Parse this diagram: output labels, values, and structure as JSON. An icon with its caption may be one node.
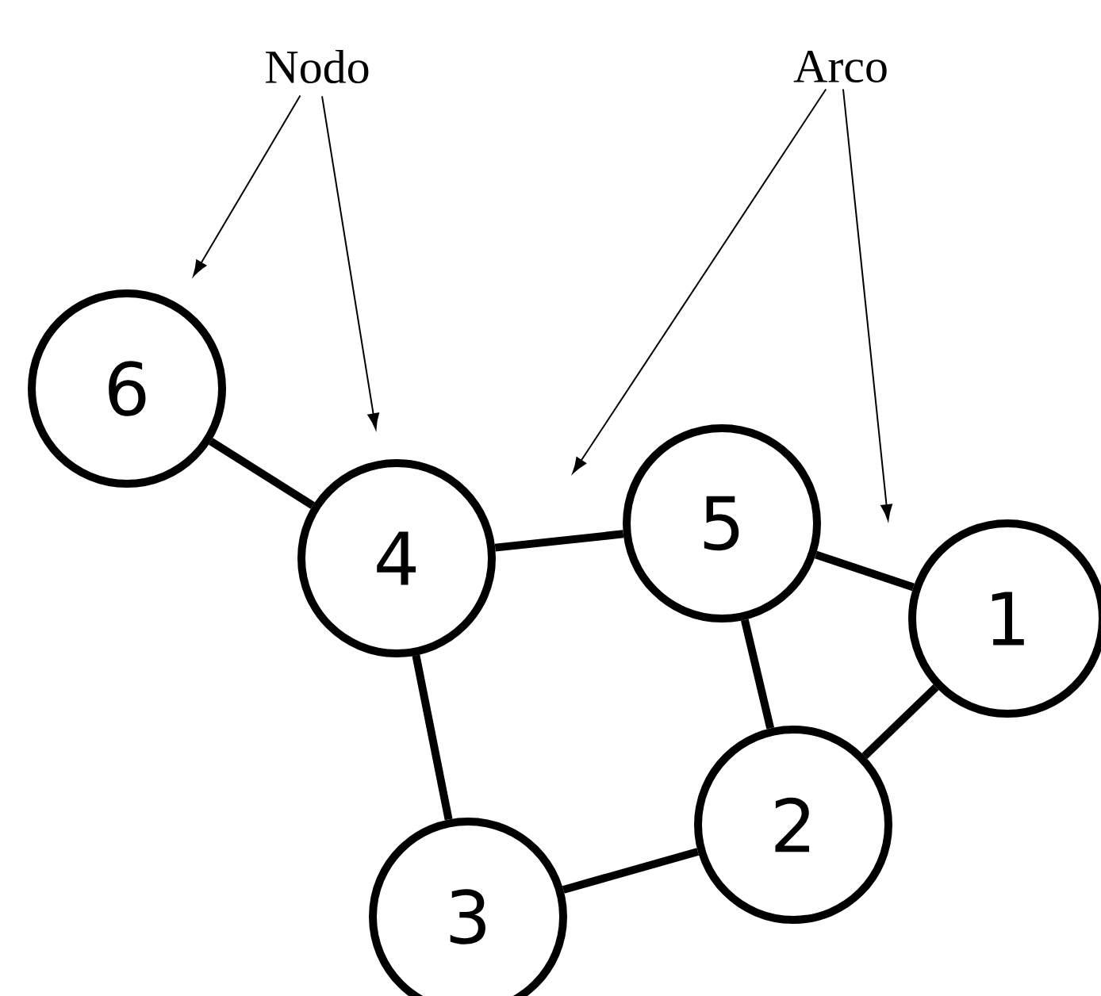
{
  "diagram": {
    "nodes": [
      {
        "text": [
          "Nodo"
        ]
      },
      {
        "text": [
          "Arco"
        ]
      },
      {
        "text": [
          "6"
        ]
      },
      {
        "text": [
          "4"
        ]
      },
      {
        "text": [
          "5"
        ]
      },
      {
        "text": [
          "1"
        ]
      },
      {
        "text": [
          "2"
        ]
      },
      {
        "text": [
          "3"
        ]
      }
    ],
    "edges": [
      {
        "from": 0,
        "to": 2,
        "arrow": "to"
      },
      {
        "from": 0,
        "to": 3,
        "arrow": "to"
      },
      {
        "from": 1,
        "to": null,
        "arrow": "to"
      },
      {
        "from": 1,
        "to": null,
        "arrow": "to"
      },
      {
        "from": 2,
        "to": 3,
        "arrow": "none"
      },
      {
        "from": 3,
        "to": 4,
        "arrow": "none"
      },
      {
        "from": 4,
        "to": 5,
        "arrow": "none"
      },
      {
        "from": 4,
        "to": 6,
        "arrow": "none"
      },
      {
        "from": 5,
        "to": 6,
        "arrow": "none"
      },
      {
        "from": 3,
        "to": 7,
        "arrow": "none"
      },
      {
        "from": 7,
        "to": 6,
        "arrow": "none"
      }
    ]
  }
}
